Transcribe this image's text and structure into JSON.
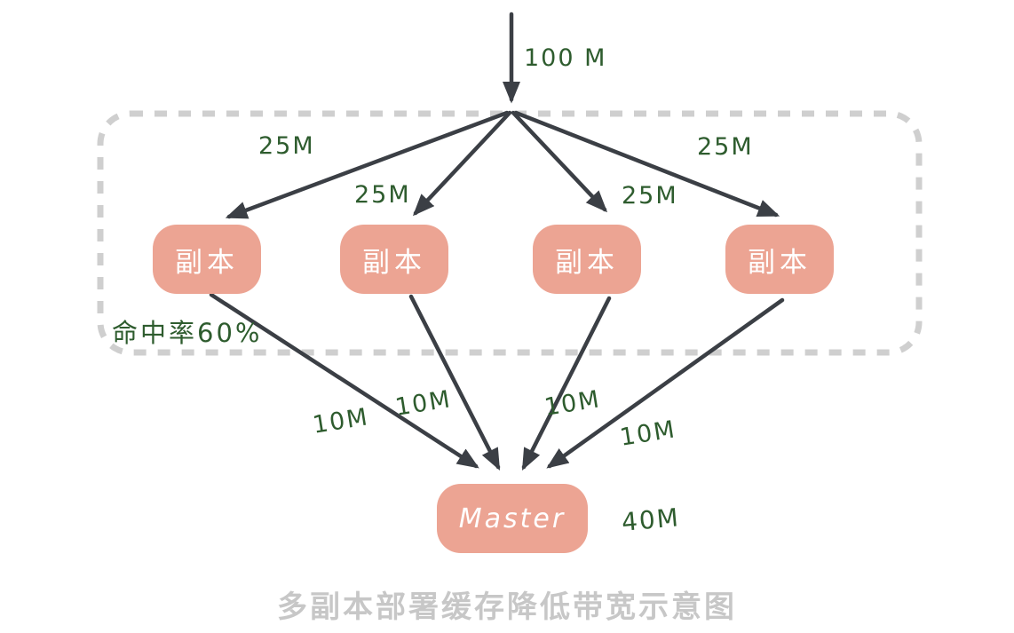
{
  "colors": {
    "node_fill": "#eca493",
    "node_text": "#ffffff",
    "arrow": "#3b3f45",
    "label_green": "#2e5c2e",
    "dashed_border": "#cfcfcf",
    "caption_gray": "#c7c7c7"
  },
  "inflow_label": "100 M",
  "fan_labels": [
    "25M",
    "25M",
    "25M",
    "25M"
  ],
  "replicas": [
    {
      "label": "副本"
    },
    {
      "label": "副本"
    },
    {
      "label": "副本"
    },
    {
      "label": "副本"
    }
  ],
  "hit_rate_label": "命中率60%",
  "outflow_labels": [
    "10M",
    "10M",
    "10M",
    "10M"
  ],
  "master": {
    "label": "Master",
    "bandwidth_label": "40M"
  },
  "caption": "多副本部署缓存降低带宽示意图"
}
